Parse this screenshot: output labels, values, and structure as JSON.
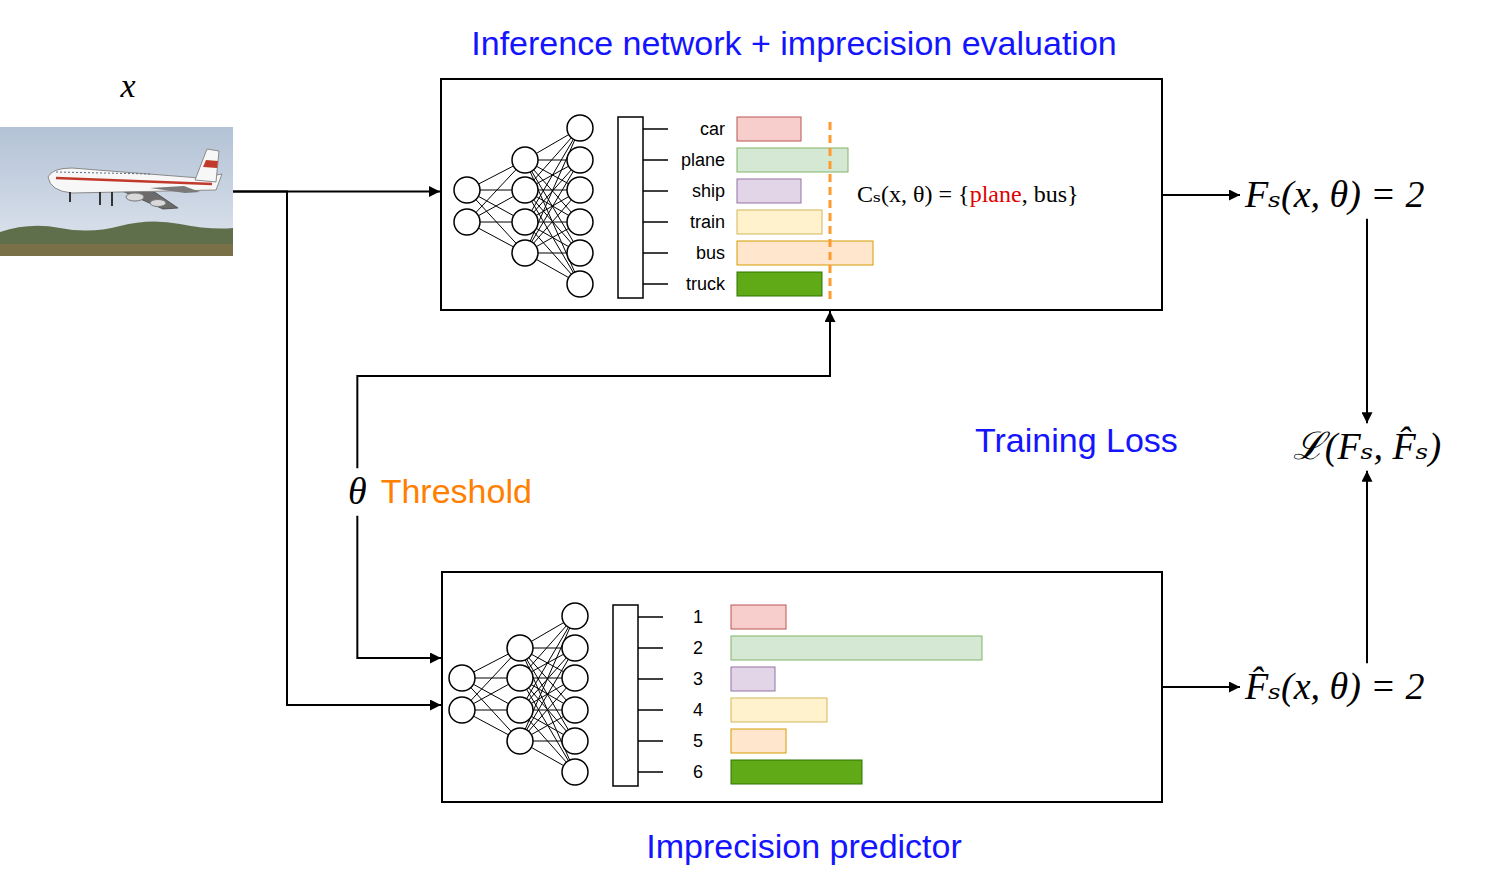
{
  "diagram": {
    "nodes": [
      {
        "text": [
          "x"
        ]
      },
      {
        "text": [
          "Inference network + imprecision evaluation",
          "Cₛ(x, θ) = {plane, bus}"
        ]
      },
      {
        "text": [
          "Fₛ(x, θ) = 2"
        ]
      },
      {
        "text": [
          "θ",
          "Threshold"
        ]
      },
      {
        "text": [
          "ℒ(Fₛ, F̂ₛ)"
        ]
      },
      {
        "text": [
          "Imprecision predictor"
        ]
      },
      {
        "text": [
          "F̂ₛ(x, θ) = 2"
        ]
      }
    ],
    "edges": [
      {
        "from": 0,
        "to": 1,
        "arrow": "to"
      },
      {
        "from": 0,
        "to": 5,
        "arrow": "to"
      },
      {
        "from": 3,
        "to": 1,
        "arrow": "to"
      },
      {
        "from": 3,
        "to": 5,
        "arrow": "to"
      },
      {
        "from": 1,
        "to": 2,
        "arrow": "to"
      },
      {
        "from": 2,
        "to": 4,
        "arrow": "to"
      },
      {
        "from": 5,
        "to": 6,
        "arrow": "to"
      },
      {
        "from": 6,
        "to": 4,
        "arrow": "to"
      }
    ],
    "labels": [
      "car",
      "plane",
      "ship",
      "train",
      "bus",
      "truck",
      "1",
      "2",
      "3",
      "4",
      "5",
      "6",
      "Training Loss"
    ]
  }
}
